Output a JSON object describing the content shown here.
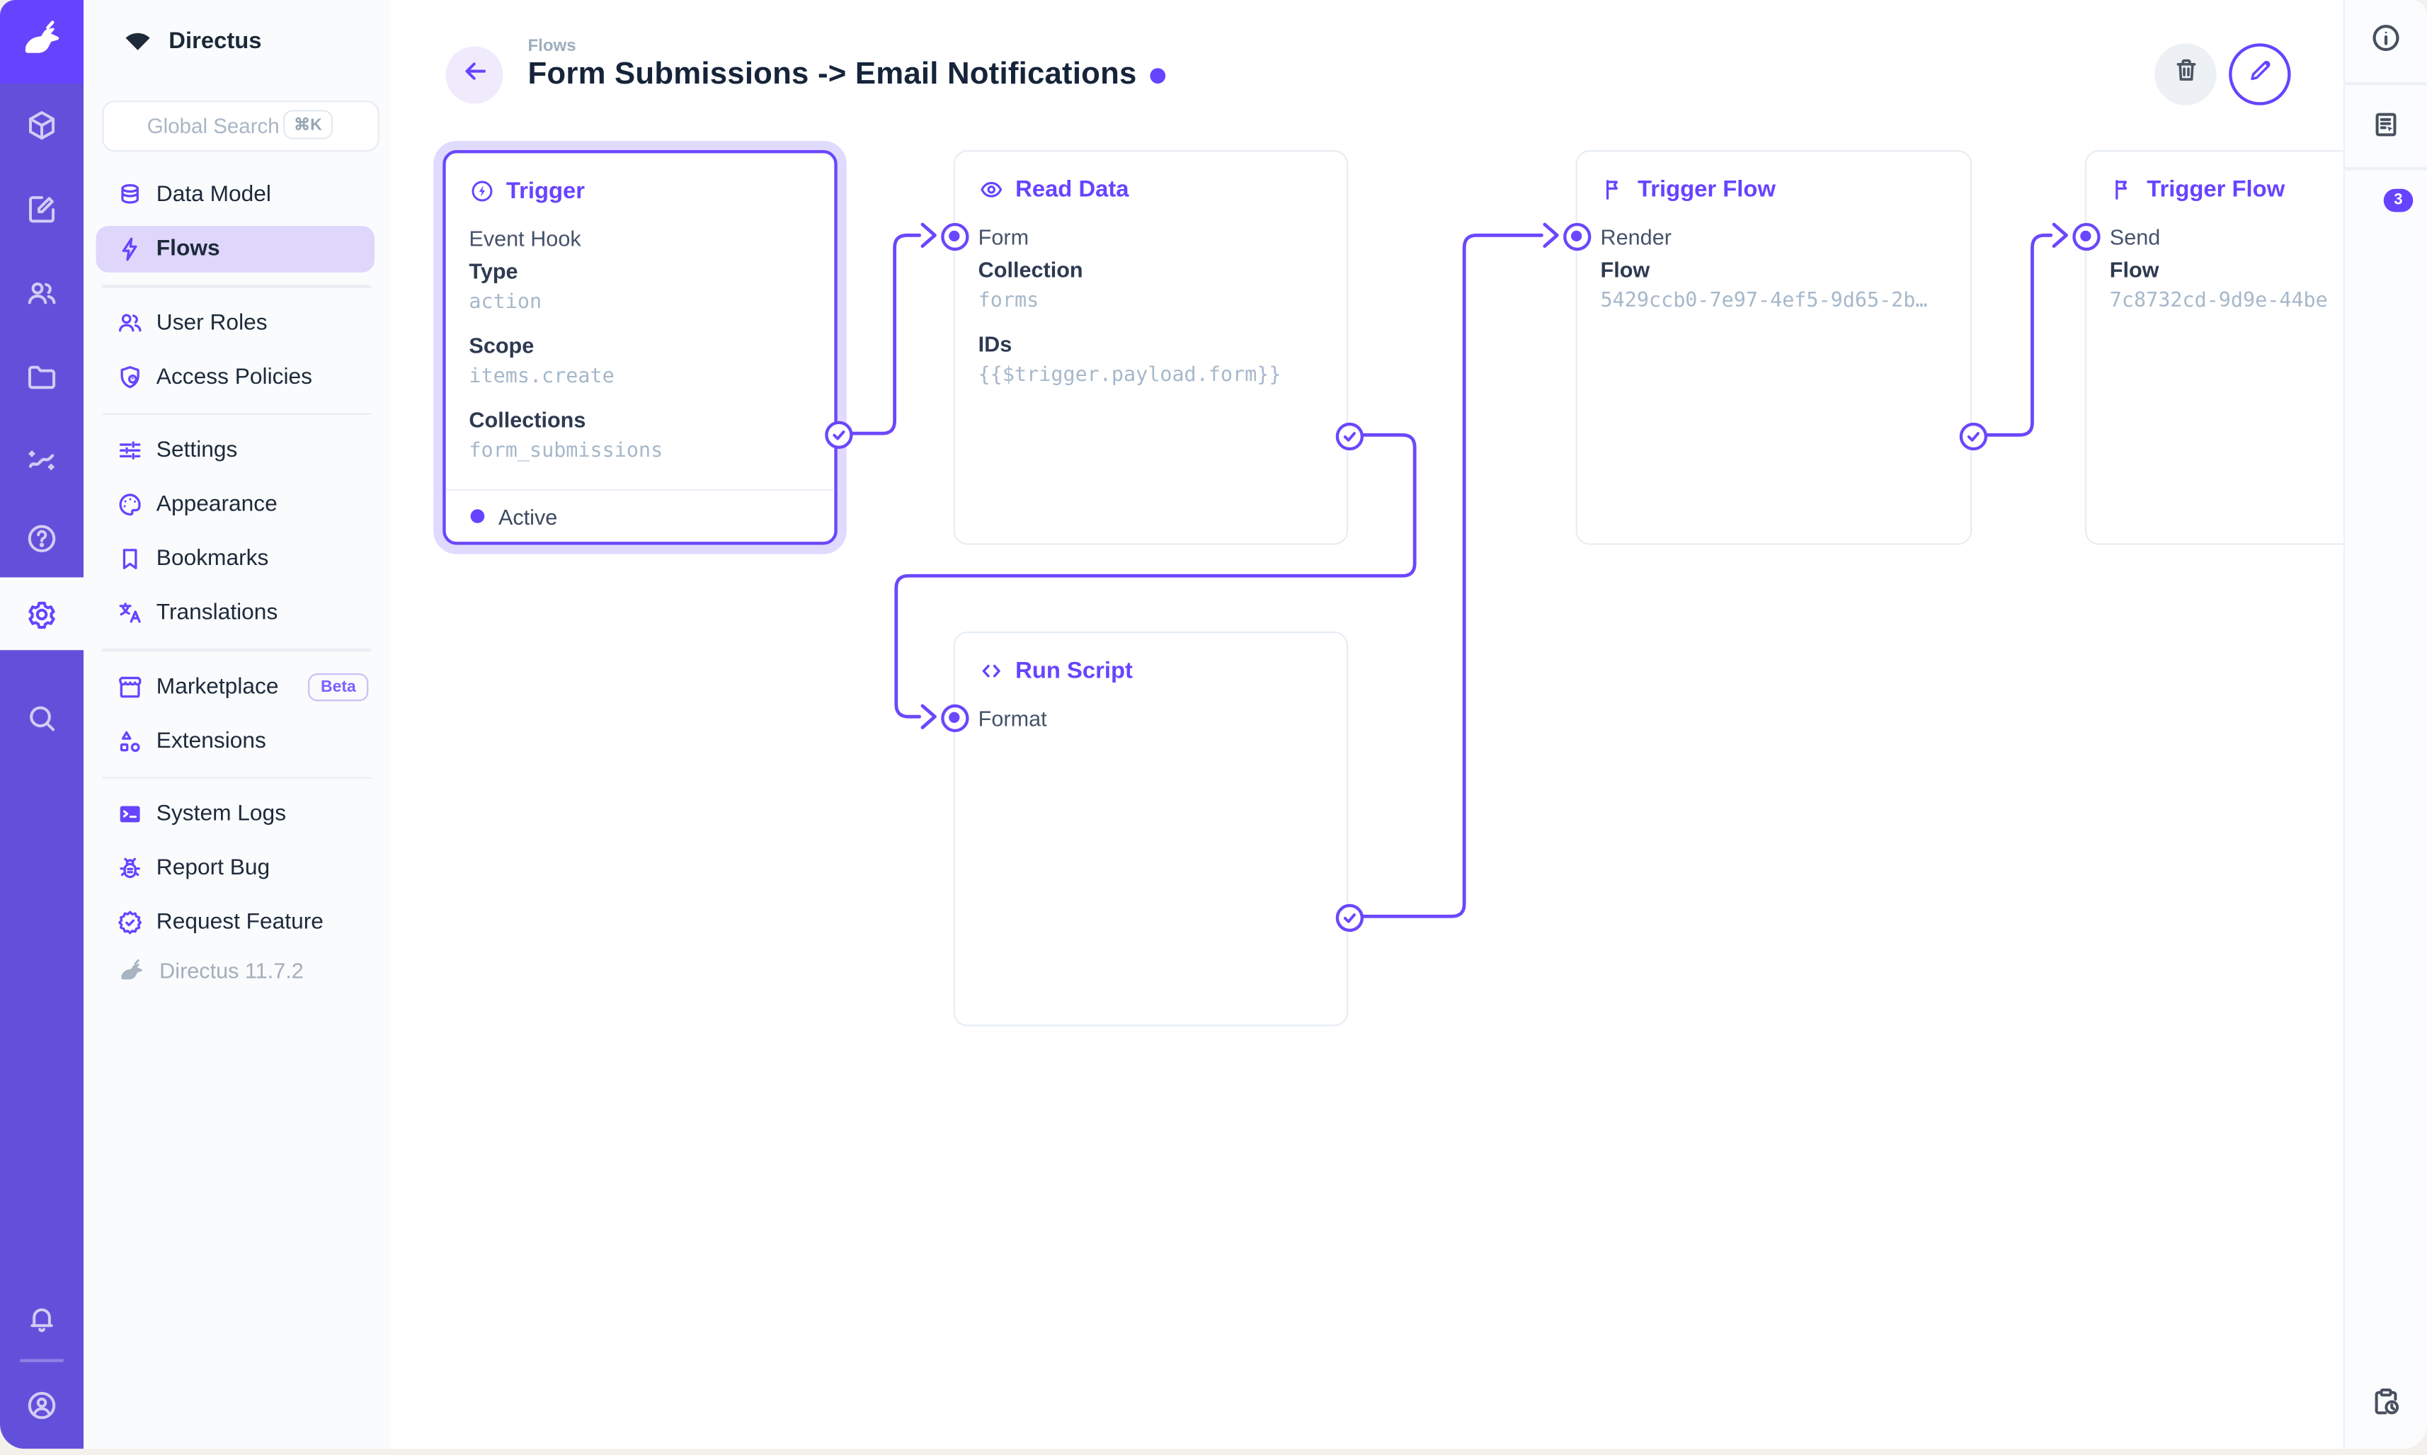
{
  "colors": {
    "accent": "#6644FF",
    "connector": "#6B47FB",
    "module_bar": "#6350DA",
    "logo_block": "#6644FF",
    "nav_bg": "#FAFBFD",
    "canvas_bg": "#FFFFFF",
    "mono_value": "#A6B8CA",
    "label": "#2D3A50",
    "halo": "rgba(102,68,255,0.20)"
  },
  "app": {
    "project_name": "Directus",
    "project_icon": "fan-icon",
    "version_label": "Directus 11.7.2",
    "version_icon": "bunny-icon"
  },
  "module_bar": {
    "logo_icon": "bunny-icon",
    "items": [
      {
        "name": "content-module",
        "icon": "box-icon"
      },
      {
        "name": "visual-editor-module",
        "icon": "compose-icon"
      },
      {
        "name": "users-module",
        "icon": "users-icon"
      },
      {
        "name": "files-module",
        "icon": "folder-icon"
      },
      {
        "name": "insights-module",
        "icon": "insights-icon"
      },
      {
        "name": "docs-module",
        "icon": "help-icon"
      },
      {
        "name": "settings-module",
        "icon": "gear-icon",
        "active": true
      },
      {
        "name": "search-module",
        "icon": "search-icon"
      }
    ],
    "bottom_items": [
      {
        "name": "notifications",
        "icon": "bell-icon"
      },
      {
        "name": "user-menu",
        "icon": "user-circle-icon"
      }
    ]
  },
  "search": {
    "placeholder": "Global Search",
    "shortcut": "⌘K"
  },
  "nav": {
    "groups": [
      [
        {
          "icon": "db-icon",
          "label": "Data Model"
        },
        {
          "icon": "bolt-icon",
          "label": "Flows",
          "active": true
        }
      ],
      [
        {
          "icon": "users-icon",
          "label": "User Roles"
        },
        {
          "icon": "shield-user-icon",
          "label": "Access Policies"
        }
      ],
      [
        {
          "icon": "tune-icon",
          "label": "Settings"
        },
        {
          "icon": "palette-icon",
          "label": "Appearance"
        },
        {
          "icon": "bookmark-icon",
          "label": "Bookmarks"
        },
        {
          "icon": "translate-icon",
          "label": "Translations"
        }
      ],
      [
        {
          "icon": "store-icon",
          "label": "Marketplace",
          "badge": "Beta"
        },
        {
          "icon": "extensions-icon",
          "label": "Extensions"
        }
      ],
      [
        {
          "icon": "terminal-icon",
          "label": "System Logs"
        },
        {
          "icon": "bug-icon",
          "label": "Report Bug"
        },
        {
          "icon": "seal-check-icon",
          "label": "Request Feature"
        }
      ]
    ]
  },
  "header": {
    "back_icon": "arrow-left-icon",
    "breadcrumb": "Flows",
    "title": "Form Submissions -> Email Notifications",
    "delete_icon": "trash-icon",
    "edit_icon": "pencil-icon"
  },
  "sidebar_right": {
    "info_icon": "info-icon",
    "notices_icon": "notices-icon",
    "notices_count": "3",
    "bottom_icon": "clipboard-clock-icon"
  },
  "flow": {
    "nodes": [
      {
        "title": "Trigger",
        "icon": "bolt-circle-icon",
        "line1": "Event Hook",
        "f1": {
          "label": "Type",
          "value": "action"
        },
        "f2": {
          "label": "Scope",
          "value": "items.create"
        },
        "f3": {
          "label": "Collections",
          "value": "form_submissions"
        },
        "status": "Active"
      },
      {
        "title": "Read Data",
        "icon": "eye-icon",
        "line1": "Form",
        "f1": {
          "label": "Collection",
          "value": "forms"
        },
        "f2": {
          "label": "IDs",
          "value": "{{$trigger.payload.form}}"
        }
      },
      {
        "title": "Trigger Flow",
        "icon": "flag-icon",
        "line1": "Render",
        "f1": {
          "label": "Flow",
          "value": "5429ccb0-7e97-4ef5-9d65-2b…"
        }
      },
      {
        "title": "Trigger Flow",
        "icon": "flag-icon",
        "line1": "Send",
        "f1": {
          "label": "Flow",
          "value": "7c8732cd-9d9e-44be"
        }
      },
      {
        "title": "Run Script",
        "icon": "code-icon",
        "line1": "Format"
      }
    ]
  }
}
